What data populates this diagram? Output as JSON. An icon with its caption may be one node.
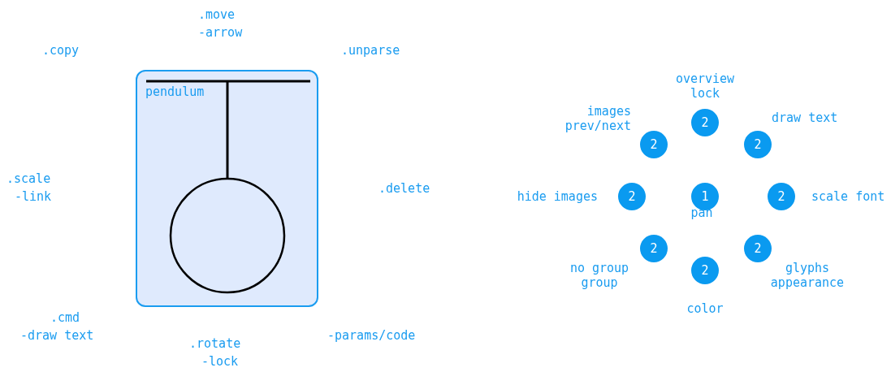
{
  "diagram": {
    "nodes": [
      {
        "text": [
          "pendulum"
        ]
      },
      {
        "text": [
          "2"
        ],
        "beside": [
          "overview",
          "lock"
        ]
      },
      {
        "text": [
          "2"
        ],
        "beside": [
          "images",
          "prev/next"
        ]
      },
      {
        "text": [
          "2"
        ],
        "beside": [
          "draw text"
        ]
      },
      {
        "text": [
          "2"
        ],
        "beside": [
          "hide images"
        ]
      },
      {
        "text": [
          "1"
        ],
        "beside": [
          "pan"
        ]
      },
      {
        "text": [
          "2"
        ],
        "beside": [
          "scale font"
        ]
      },
      {
        "text": [
          "2"
        ],
        "beside": [
          "no group",
          "group"
        ]
      },
      {
        "text": [
          "2"
        ],
        "beside": [
          "glyphs",
          "appearance"
        ]
      },
      {
        "text": [
          "2"
        ],
        "beside": [
          "color"
        ]
      }
    ],
    "edges": [],
    "labels": [
      ".move",
      "-arrow",
      ".copy",
      ".unparse",
      ".scale",
      ".delete",
      "-link",
      ".cmd",
      "-draw text",
      "-params/code",
      ".rotate",
      "-lock"
    ]
  }
}
